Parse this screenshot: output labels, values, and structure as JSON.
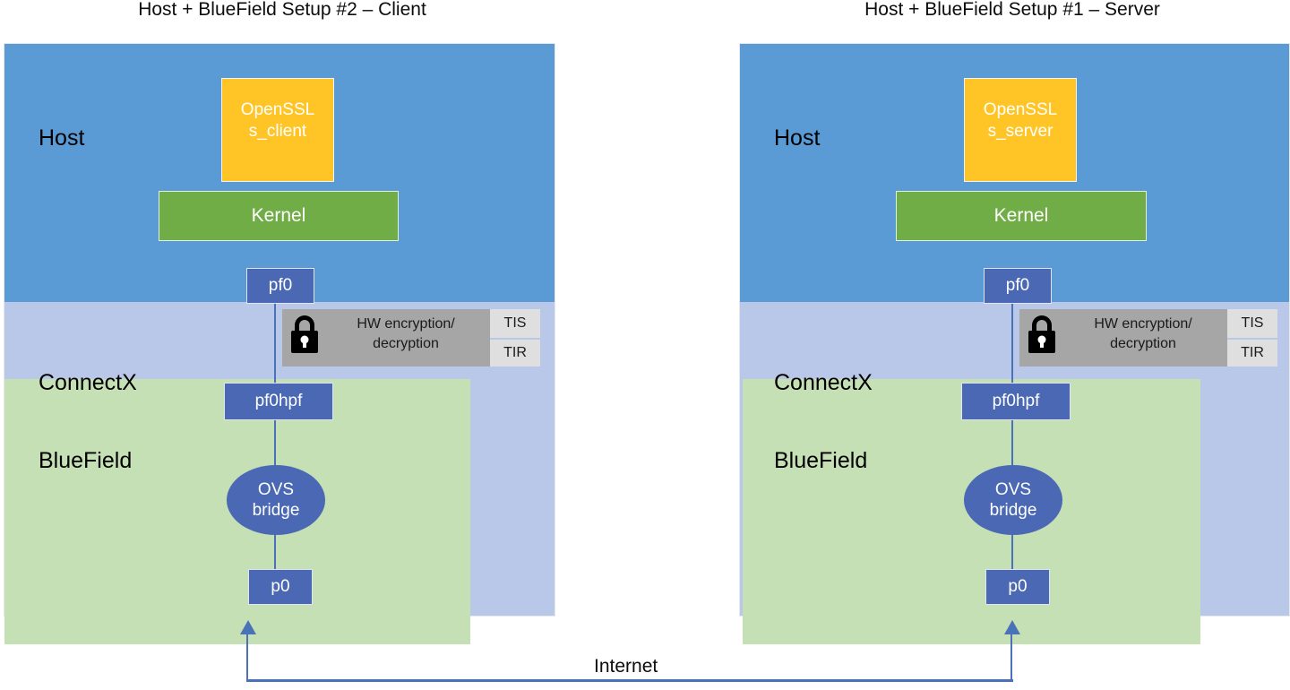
{
  "diagram": {
    "internet_label": "Internet",
    "colors": {
      "host": "#5B9BD5",
      "connectx": "#B9C7E8",
      "bluefield": "#C5E0B4",
      "app": "#FFC425",
      "kernel": "#70AD47",
      "port": "#4A68B4",
      "crypto": "#A6A6A6",
      "tis_tir": "#DFDFDF",
      "connector": "#4A72B8"
    }
  },
  "setups": [
    {
      "id": "client",
      "title": "Host + BlueField Setup #2 – Client",
      "layers": {
        "host": "Host",
        "connectx": "ConnectX",
        "bluefield": "BlueField"
      },
      "app": "OpenSSL\ns_client",
      "kernel": "Kernel",
      "ports": {
        "host_port": "pf0",
        "hpf_port": "pf0hpf",
        "uplink_port": "p0"
      },
      "ovs": "OVS\nbridge",
      "crypto": {
        "label": "HW encryption/\ndecryption",
        "tis": "TIS",
        "tir": "TIR",
        "icon": "lock-icon"
      }
    },
    {
      "id": "server",
      "title": "Host + BlueField Setup #1 – Server",
      "layers": {
        "host": "Host",
        "connectx": "ConnectX",
        "bluefield": "BlueField"
      },
      "app": "OpenSSL\ns_server",
      "kernel": "Kernel",
      "ports": {
        "host_port": "pf0",
        "hpf_port": "pf0hpf",
        "uplink_port": "p0"
      },
      "ovs": "OVS\nbridge",
      "crypto": {
        "label": "HW encryption/\ndecryption",
        "tis": "TIS",
        "tir": "TIR",
        "icon": "lock-icon"
      }
    }
  ]
}
